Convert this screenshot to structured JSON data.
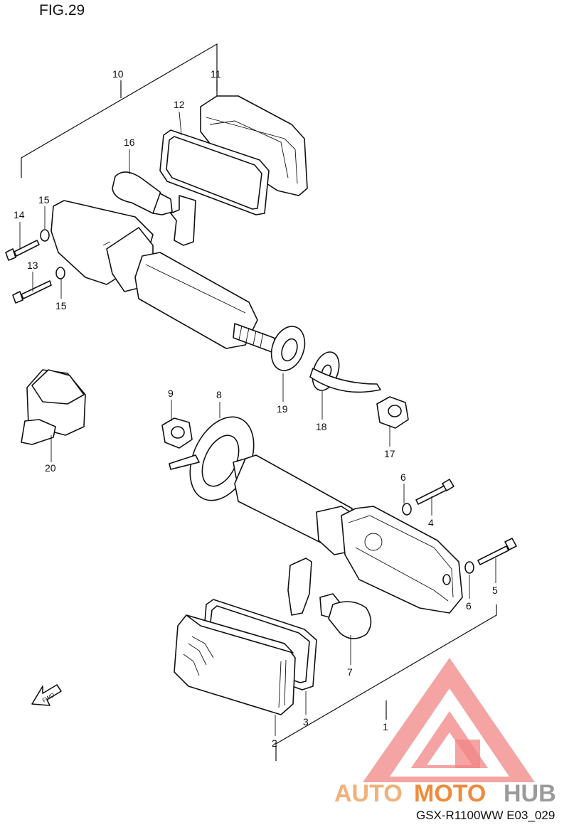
{
  "figure": {
    "title": "FIG.29",
    "model_code": "GSX-R1100WW  E03_029"
  },
  "fwd_label": "FWD",
  "watermark": {
    "part1": "AUTO",
    "part2": "MOTO",
    "part3": "HUB",
    "colors": {
      "auto": "#f3b07a",
      "moto": "#f08a3c",
      "hub": "#9a9a9a",
      "triangle": "#f07070"
    }
  },
  "callouts": [
    {
      "label": "10"
    },
    {
      "label": "11"
    },
    {
      "label": "12"
    },
    {
      "label": "16"
    },
    {
      "label": "15"
    },
    {
      "label": "14"
    },
    {
      "label": "13"
    },
    {
      "label": "15"
    },
    {
      "label": "20"
    },
    {
      "label": "9"
    },
    {
      "label": "8"
    },
    {
      "label": "19"
    },
    {
      "label": "18"
    },
    {
      "label": "17"
    },
    {
      "label": "6"
    },
    {
      "label": "4"
    },
    {
      "label": "5"
    },
    {
      "label": "6"
    },
    {
      "label": "7"
    },
    {
      "label": "3"
    },
    {
      "label": "2"
    },
    {
      "label": "1"
    }
  ]
}
